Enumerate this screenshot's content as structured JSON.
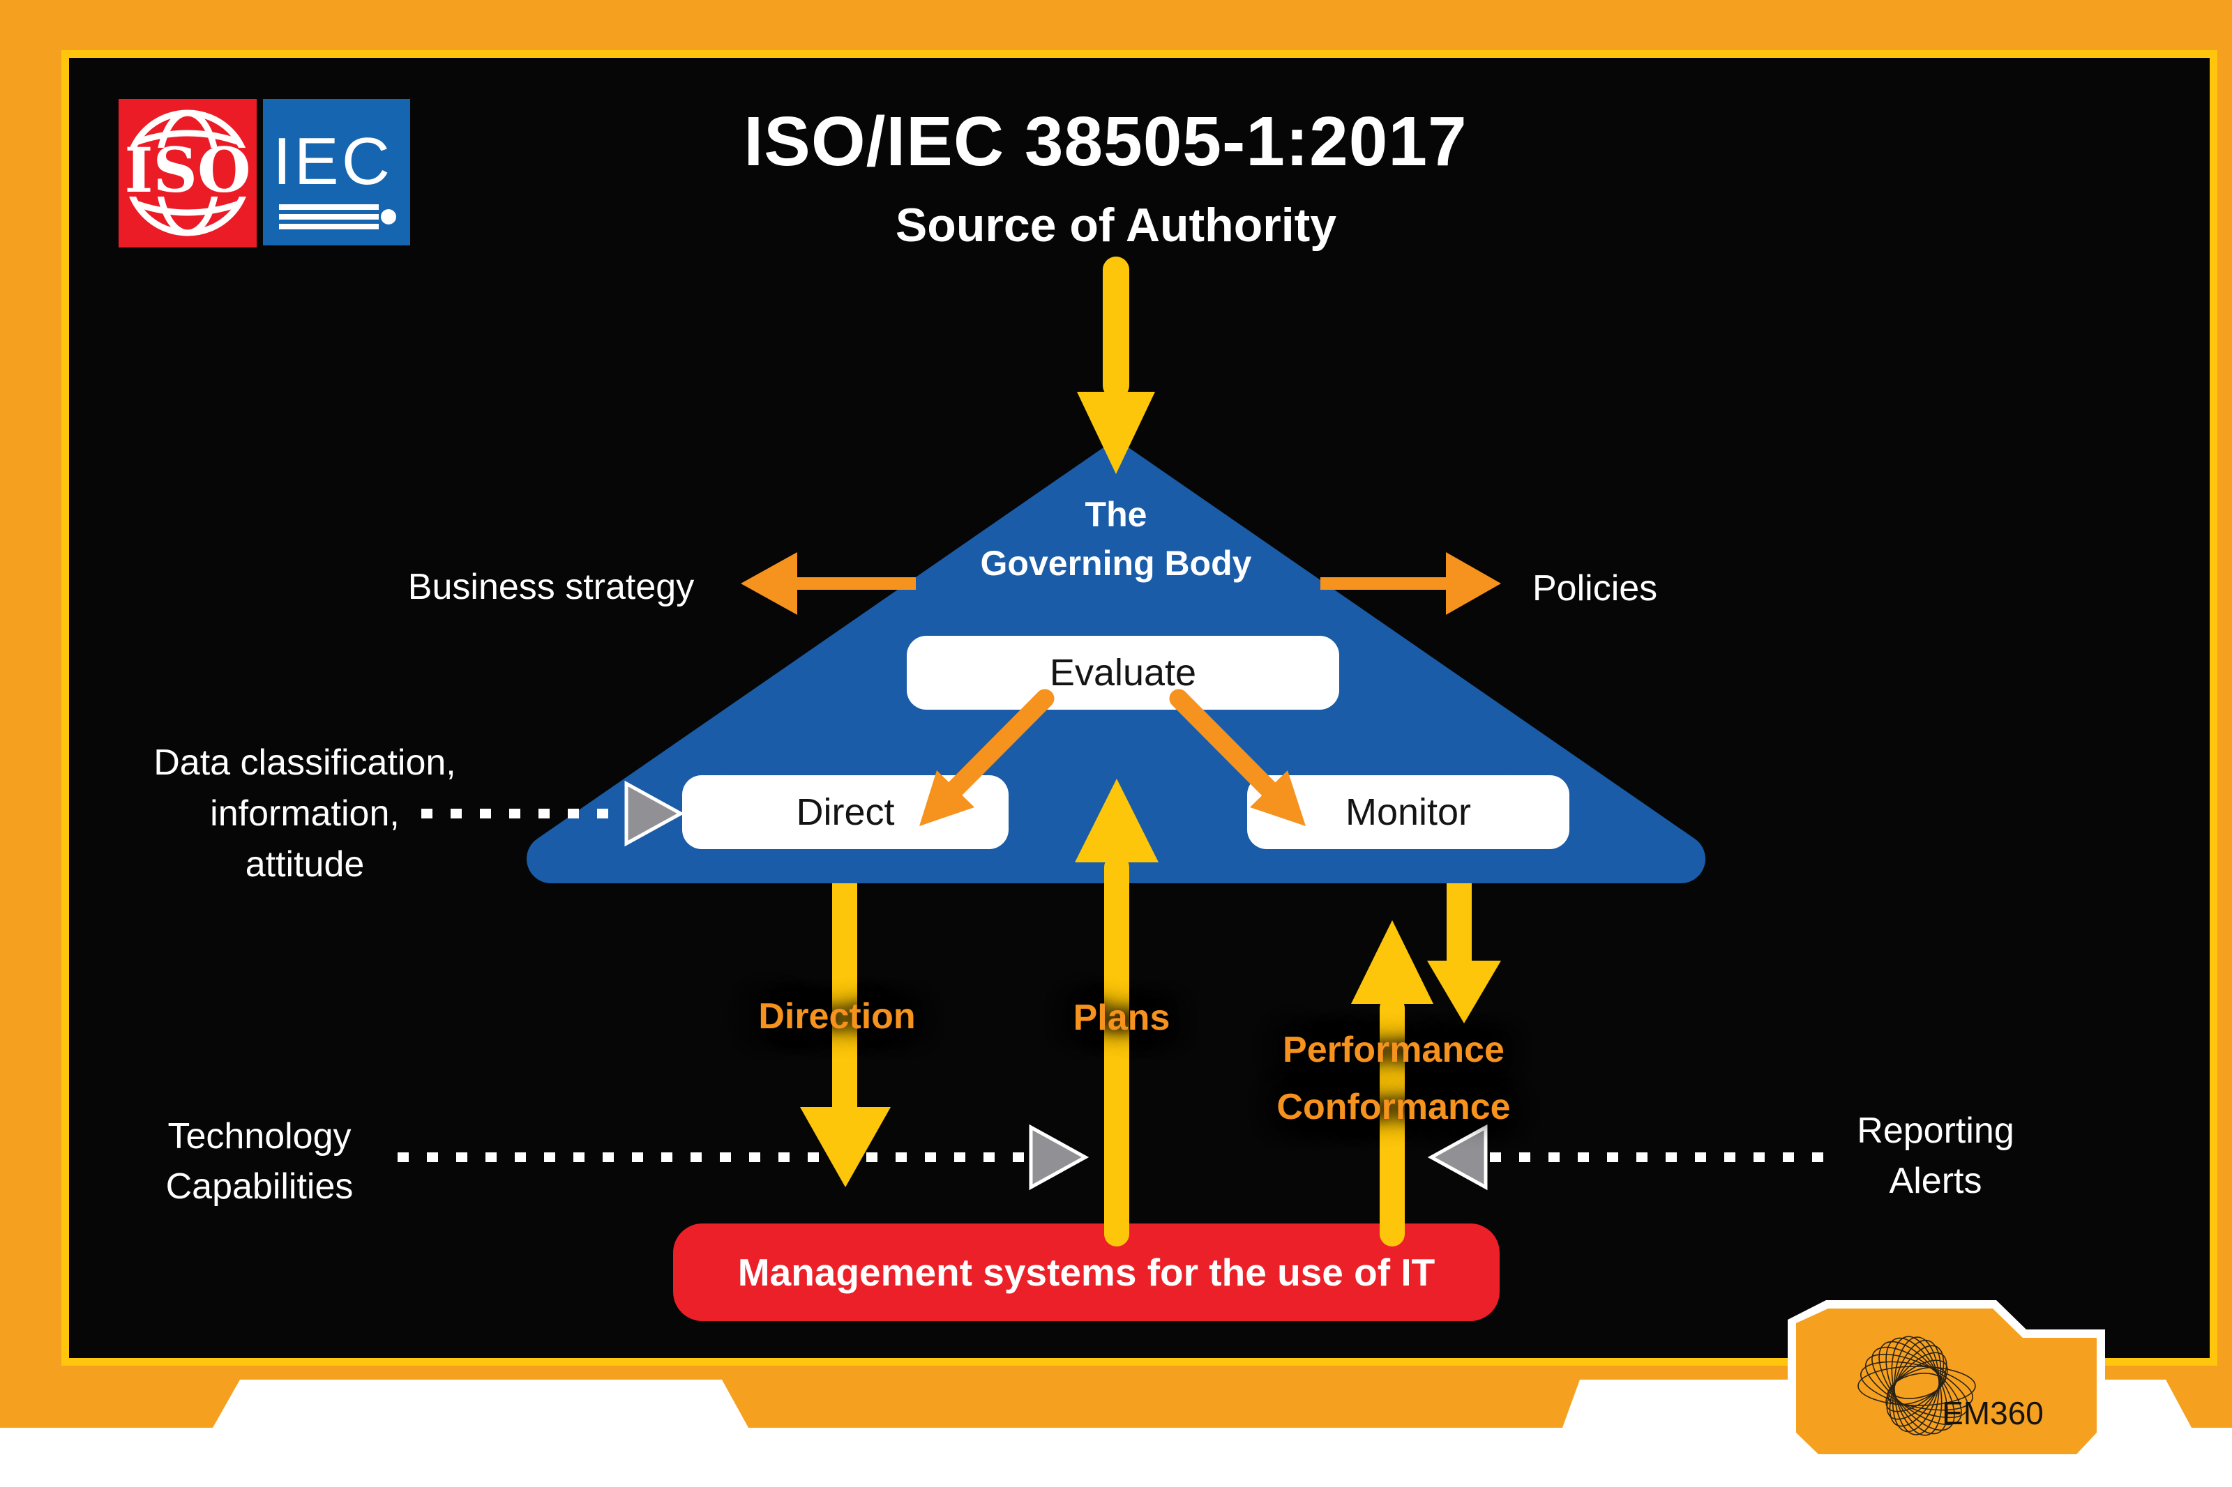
{
  "logos": {
    "iso": "ISO",
    "iec": "IEC"
  },
  "header": {
    "title": "ISO/IEC 38505-1:2017",
    "subtitle": "Source of Authority"
  },
  "triangle": {
    "line1": "The",
    "line2": "Governing Body",
    "evaluate": "Evaluate",
    "direct": "Direct",
    "monitor": "Monitor"
  },
  "labels": {
    "business_strategy": "Business strategy",
    "policies": "Policies",
    "data_classification": [
      "Data classification,",
      "information,",
      "attitude"
    ],
    "technology": [
      "Technology",
      "Capabilities"
    ],
    "reporting": [
      "Reporting",
      "Alerts"
    ],
    "direction": "Direction",
    "plans": "Plans",
    "performance": "Performance",
    "conformance": "Conformance"
  },
  "management_box": "Management systems for the use of IT",
  "footer": {
    "brand": "EM360"
  },
  "colors": {
    "frame_orange": "#F6A01F",
    "border_yellow": "#FFC60D",
    "panel_black": "#060606",
    "triangle_blue": "#1A5CA8",
    "arrow_yellow": "#FDC60B",
    "arrow_orange": "#F6921E",
    "box_red": "#EC2028",
    "iso_red": "#EC1C27",
    "iec_blue": "#1565B0",
    "gray_arrowhead": "#909095"
  },
  "icons": {
    "iso_globe_icon": "globe with meridians",
    "iec_lines_icon": "three horizontal rules with dot",
    "em360_spiral_icon": "moire spiral fan",
    "gray_arrowhead_icon": "triangular pointer on dotted connector"
  }
}
